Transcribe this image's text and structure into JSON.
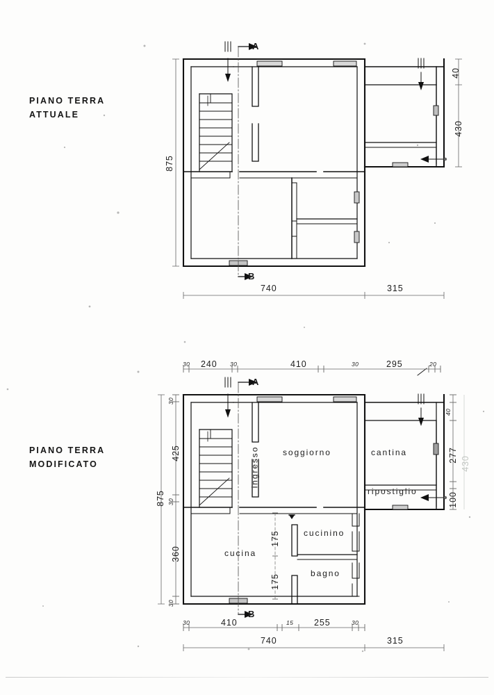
{
  "document": {
    "type": "architectural-floor-plan",
    "language": "it"
  },
  "plans": {
    "upper": {
      "title_line1": "PIANO TERRA",
      "title_line2": "ATTUALE",
      "section_marker_top": "A",
      "section_marker_bottom": "B",
      "dimensions": {
        "left_total": "875",
        "right_top": "40",
        "right_main": "430",
        "bottom_left": "740",
        "bottom_right": "315"
      }
    },
    "lower": {
      "title_line1": "PIANO  TERRA",
      "title_line2": "MODIFICATO",
      "section_marker_top": "A",
      "section_marker_bottom": "B",
      "rooms": {
        "ingresso": "ingresso",
        "soggiorno": "soggiorno",
        "cantina": "cantina",
        "ripostiglio": "ripostiglio",
        "cucina": "cucina",
        "cucinino": "cucinino",
        "bagno": "bagno"
      },
      "dimensions": {
        "top_chain": [
          "30",
          "240",
          "30",
          "410",
          "30",
          "295",
          "20"
        ],
        "left_chain": [
          "30",
          "425",
          "30",
          "360",
          "30"
        ],
        "left_total": "875",
        "right_chain": [
          "40",
          "277",
          "100"
        ],
        "right_total_faded": "430",
        "bottom_chain": [
          "30",
          "410",
          "15",
          "255",
          "30"
        ],
        "bottom_left_total": "740",
        "bottom_right_total": "315",
        "interior_upper": "175",
        "interior_lower": "175"
      }
    }
  },
  "colors": {
    "ink": "#1a1a1a",
    "paper": "#fdfdfc",
    "wall": "#111111",
    "dimension_line": "#555555",
    "faded_ink": "#c2c6c2"
  }
}
